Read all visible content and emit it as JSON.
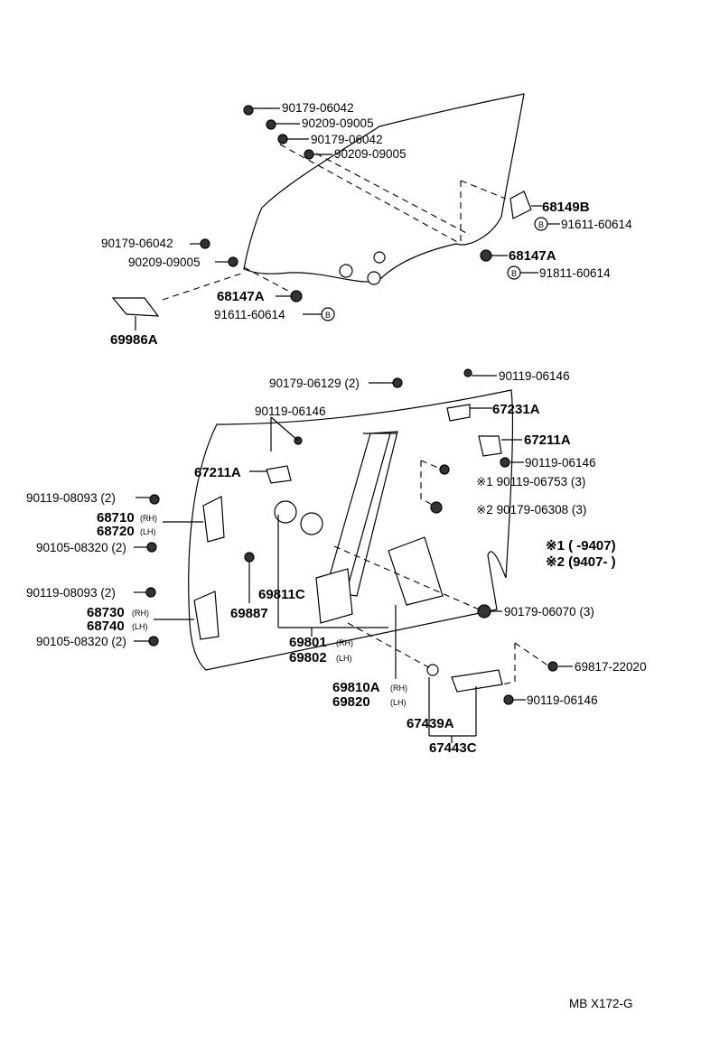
{
  "labels": {
    "p_90179_06042_a": "90179-06042",
    "p_90209_09005_a": "90209-09005",
    "p_90179_06042_b": "90179-06042",
    "p_90209_09005_b": "90209-09005",
    "p_68149B": "68149B",
    "p_91611_60614_a": "91611-60614",
    "p_90179_06042_c": "90179-06042",
    "p_90209_09005_c": "90209-09005",
    "p_68147A_a": "68147A",
    "p_91811_60614": "91811-60614",
    "p_68147A_b": "68147A",
    "p_91611_60614_b": "91611-60614",
    "p_69986A": "69986A",
    "p_90179_06129": "90179-06129 (2)",
    "p_90119_06146_a": "90119-06146",
    "p_90119_06146_b": "90119-06146",
    "p_67231A": "67231A",
    "p_67211A_a": "67211A",
    "p_90119_06146_c": "90119-06146",
    "p_67211A_b": "67211A",
    "p_90119_06753": "※1 90119-06753 (3)",
    "p_90119_08093_a": "90119-08093 (2)",
    "p_90179_06308": "※2 90179-06308 (3)",
    "p_68710": "68710",
    "p_68720": "68720",
    "p_90105_08320_a": "90105-08320 (2)",
    "p_69811C": "69811C",
    "p_69887": "69887",
    "p_90119_08093_b": "90119-08093 (2)",
    "p_68730": "68730",
    "p_68740": "68740",
    "p_90105_08320_b": "90105-08320 (2)",
    "p_90179_06070": "90179-06070 (3)",
    "p_69801": "69801",
    "p_69802": "69802",
    "p_69817_22020": "69817-22020",
    "p_69810A": "69810A",
    "p_69820": "69820",
    "p_90119_06146_d": "90119-06146",
    "p_67439A": "67439A",
    "p_67443C": "67443C",
    "sub_rh": "(RH)",
    "sub_lh": "(LH)",
    "note1": "※1 (      -9407)",
    "note2": "※2 (9407-       )",
    "circle_b": "B",
    "footer": "MB X172-G"
  }
}
